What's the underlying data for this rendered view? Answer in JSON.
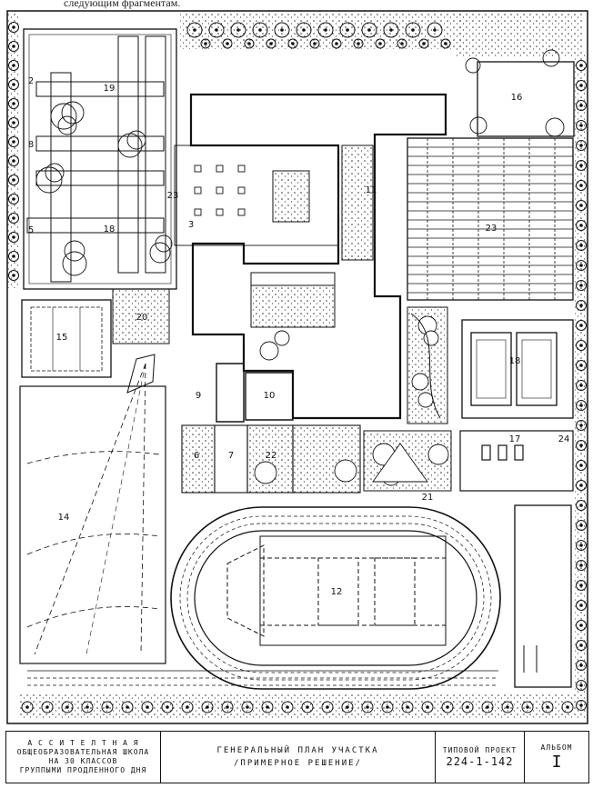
{
  "caption": "следующим фрагментам.",
  "labels": {
    "n2": "2",
    "n3": "3",
    "n5": "5",
    "n6": "6",
    "n7": "7",
    "n8": "8",
    "n9": "9",
    "n10": "10",
    "n11": "11",
    "n12": "12",
    "n14": "14",
    "n15": "15",
    "n16": "16",
    "n17": "17",
    "n18": "18",
    "n19": "19",
    "n20": "20",
    "n21": "21",
    "n22": "22",
    "n23": "23",
    "n24": "24"
  },
  "stamp": {
    "school_line1": "А С С И Т Е Л Т Н А Я",
    "school_line2": "ОБЩЕОБРАЗОВАТЕЛЬНАЯ ШКОЛА",
    "school_line3": "НА 30 КЛАССОВ",
    "school_line4": "ГРУППЫМИ ПРОДЛЕННОГО ДНЯ",
    "plan_title": "ГЕНЕРАЛЬНЫЙ ПЛАН УЧАСТКА",
    "plan_subtitle": "/ПРИМЕРНОЕ РЕШЕНИЕ/",
    "project_label": "ТИПОВОЙ ПРОЕКТ",
    "project_number": "224-1-142",
    "album_label": "АЛЬБОМ",
    "album_number": "I"
  }
}
